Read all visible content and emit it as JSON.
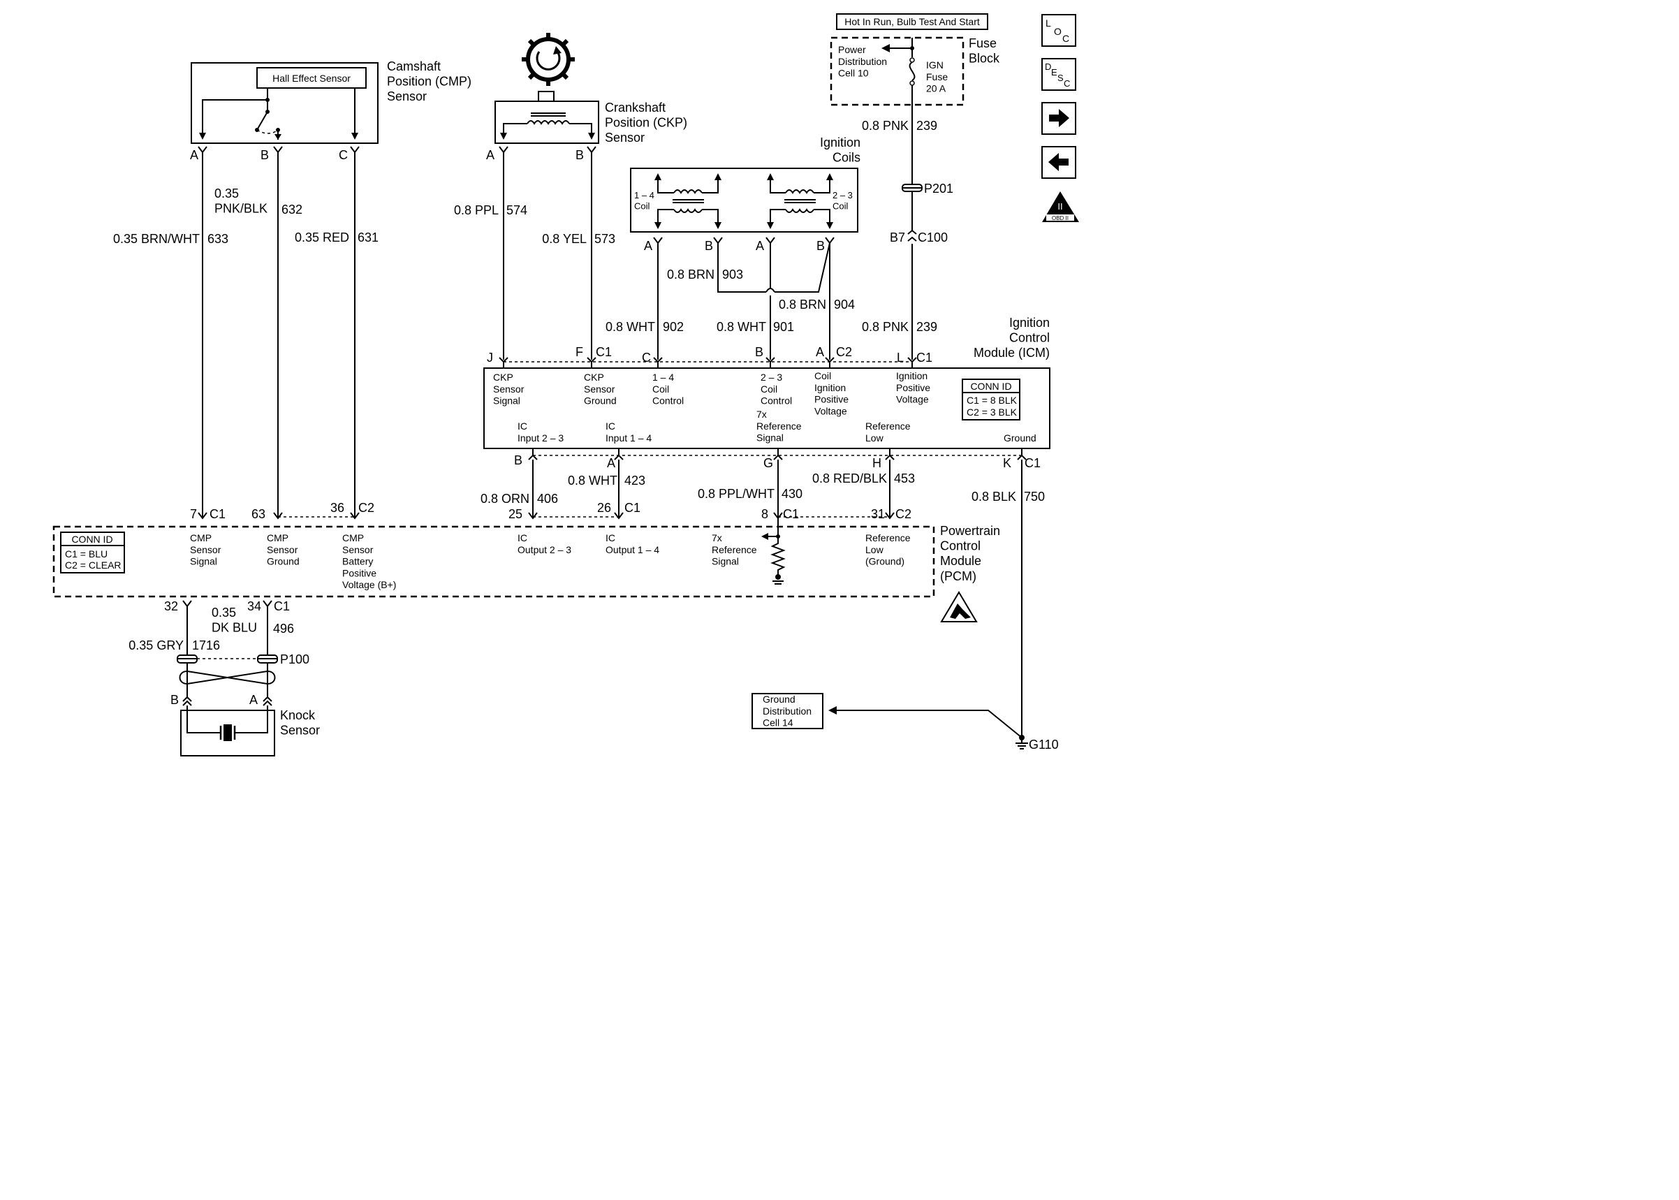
{
  "components": {
    "cmp_sensor": {
      "name": "Camshaft\nPosition (CMP)\nSensor",
      "inner": "Hall Effect Sensor",
      "pins": [
        "A",
        "B",
        "C"
      ]
    },
    "ckp_sensor": {
      "name": "Crankshaft\nPosition (CKP)\nSensor",
      "pins": [
        "A",
        "B"
      ]
    },
    "ignition_coils": {
      "name": "Ignition\nCoils",
      "left_coil": "1 – 4\nCoil",
      "right_coil": "2 – 3\nCoil",
      "pins": [
        "A",
        "B",
        "A",
        "B"
      ]
    },
    "fuse_block": {
      "header": "Hot In Run, Bulb Test And Start",
      "name": "Fuse\nBlock",
      "power_dist": "Power\nDistribution\nCell 10",
      "fuse": "IGN\nFuse\n20 A"
    },
    "icm": {
      "name": "Ignition\nControl\nModule (ICM)",
      "labels": [
        "CKP\nSensor\nSignal",
        "CKP\nSensor\nGround",
        "1 – 4\nCoil\nControl",
        "2 – 3\nCoil\nControl",
        "Coil\nIgnition\nPositive\nVoltage",
        "Ignition\nPositive\nVoltage",
        "IC\nInput 2 – 3",
        "IC\nInput 1 – 4",
        "7x\nReference\nSignal",
        "Reference\nLow",
        "Ground"
      ],
      "conn_id": {
        "title": "CONN ID",
        "lines": [
          "C1 = 8 BLK",
          "C2 = 3 BLK"
        ]
      }
    },
    "pcm": {
      "name": "Powertrain\nControl\nModule\n(PCM)",
      "labels": [
        "CMP\nSensor\nSignal",
        "CMP\nSensor\nGround",
        "CMP\nSensor\nBattery\nPositive\nVoltage (B+)",
        "IC\nOutput 2 – 3",
        "IC\nOutput 1 – 4",
        "7x\nReference\nSignal",
        "Reference\nLow\n(Ground)"
      ],
      "conn_id": {
        "title": "CONN ID",
        "lines": [
          "C1 = BLU",
          "C2 = CLEAR"
        ]
      }
    },
    "knock_sensor": {
      "name": "Knock\nSensor",
      "pins": [
        "B",
        "A"
      ]
    },
    "ground": {
      "box": "Ground\nDistribution\nCell 14",
      "label": "G110"
    }
  },
  "wires": [
    {
      "label": "0.35 BRN/WHT",
      "circuit": "633"
    },
    {
      "label": "0.35\nPNK/BLK",
      "circuit": "632"
    },
    {
      "label": "0.35 RED",
      "circuit": "631"
    },
    {
      "label": "0.8 PPL",
      "circuit": "574"
    },
    {
      "label": "0.8 YEL",
      "circuit": "573"
    },
    {
      "label": "0.8 BRN",
      "circuit": "903"
    },
    {
      "label": "0.8 BRN",
      "circuit": "904"
    },
    {
      "label": "0.8 WHT",
      "circuit": "902"
    },
    {
      "label": "0.8 WHT",
      "circuit": "901"
    },
    {
      "label": "0.8 PNK",
      "circuit": "239"
    },
    {
      "label": "0.8 PNK",
      "circuit": "239"
    },
    {
      "label": "0.8 ORN",
      "circuit": "406"
    },
    {
      "label": "0.8 WHT",
      "circuit": "423"
    },
    {
      "label": "0.8 PPL/WHT",
      "circuit": "430"
    },
    {
      "label": "0.8 RED/BLK",
      "circuit": "453"
    },
    {
      "label": "0.8 BLK",
      "circuit": "750"
    },
    {
      "label": "0.35 GRY",
      "circuit": "1716"
    },
    {
      "label": "0.35\nDK BLU",
      "circuit": "496"
    }
  ],
  "connectors": {
    "icm_top": [
      "J",
      "F",
      "C1",
      "C",
      "B",
      "A",
      "C2",
      "L",
      "C1"
    ],
    "icm_bottom": [
      "B",
      "A",
      "G",
      "H",
      "K",
      "C1"
    ],
    "pcm_top": [
      "7",
      "C1",
      "63",
      "36",
      "C2",
      "25",
      "26",
      "C1",
      "8",
      "C1",
      "31",
      "C2"
    ],
    "pcm_bottom": [
      "32",
      "34",
      "C1"
    ],
    "p201": "P201",
    "c100": [
      "B7",
      "C100"
    ],
    "p100": "P100"
  },
  "nav_icons": [
    "loc-icon",
    "desc-icon",
    "arrow-right-icon",
    "arrow-left-icon",
    "obd-ii-icon"
  ],
  "obd_text": "OBD II"
}
